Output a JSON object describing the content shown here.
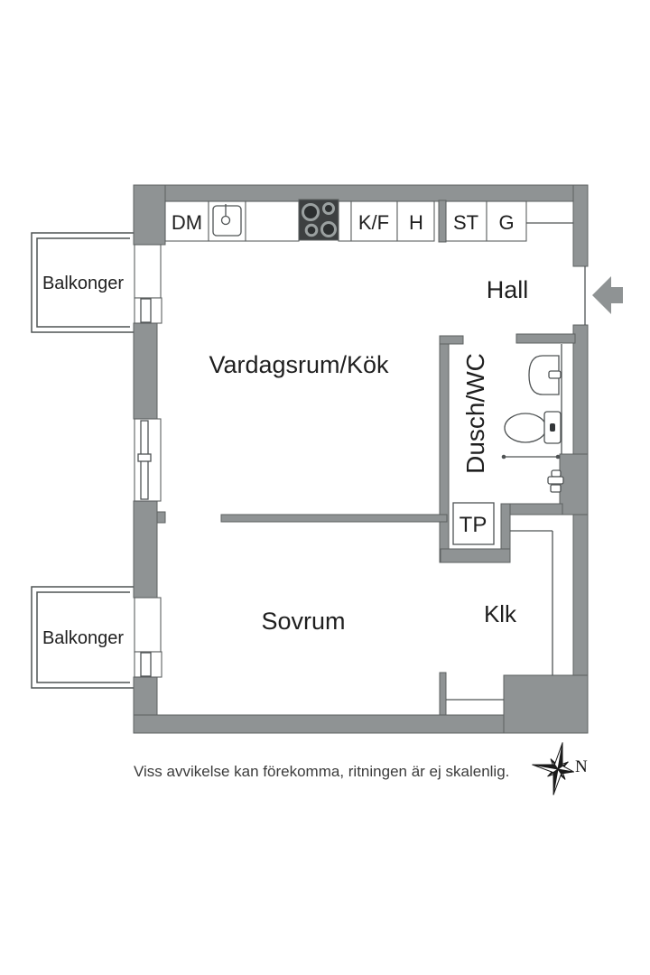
{
  "colors": {
    "bg": "#ffffff",
    "wall": "#8f9394",
    "outline": "#5c6061",
    "thinline": "#4f5354",
    "stove": "#3d4041",
    "text": "#1f1f1f",
    "mutedtext": "#3b3b3b"
  },
  "plan": {
    "rooms": {
      "hall": "Hall",
      "living_kitchen": "Vardagsrum/Kök",
      "bathroom": "Dusch/WC",
      "bedroom": "Sovrum",
      "closet": "Klk",
      "laundry": "TP"
    },
    "balcony_top": "Balkonger",
    "balcony_bottom": "Balkonger",
    "kitchen": {
      "dishwasher": "DM",
      "fridge_freezer": "K/F",
      "hatch": "H",
      "cleaning": "ST",
      "wardrobe": "G"
    },
    "compass_north": "N",
    "disclaimer": "Viss avvikelse kan förekomma, ritningen är ej skalenlig."
  }
}
